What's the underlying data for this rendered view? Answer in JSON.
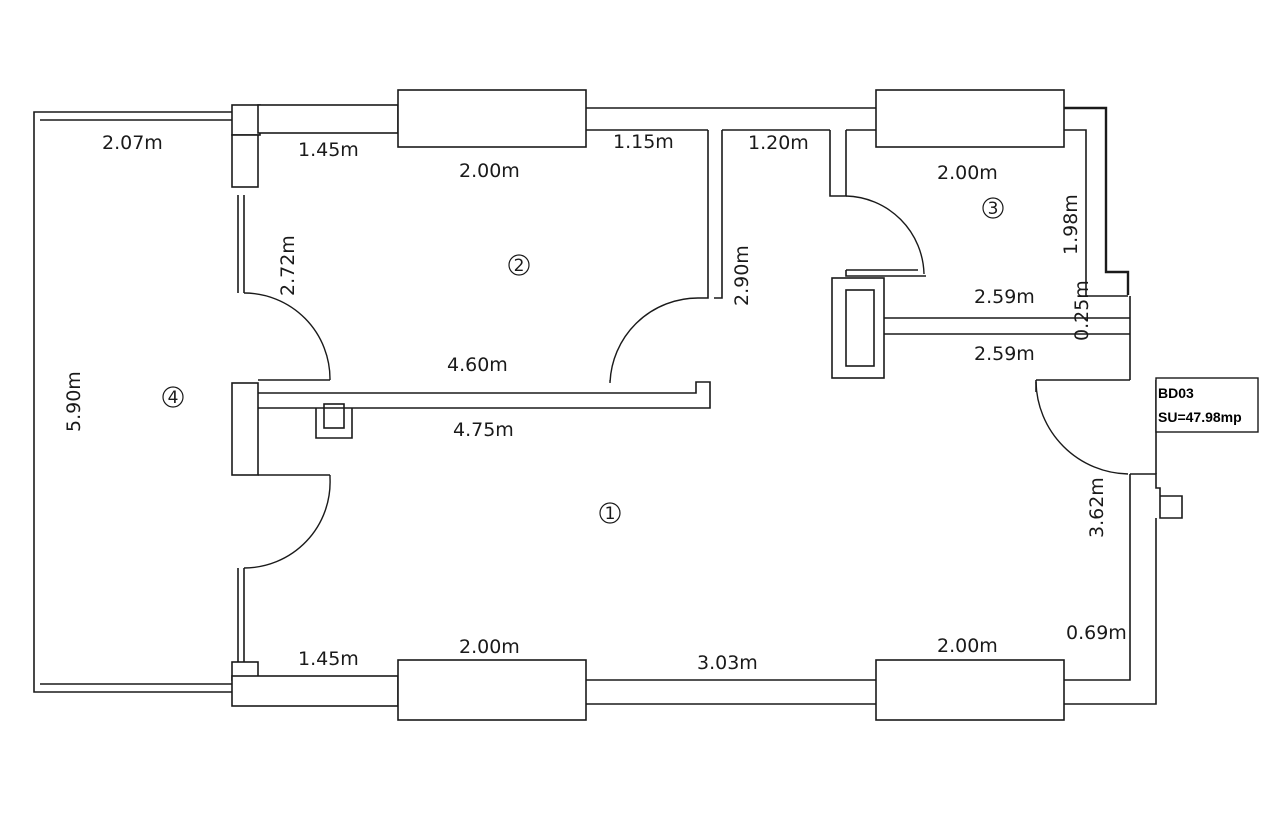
{
  "plan": {
    "dimensions": {
      "d_2_07": "2.07m",
      "d_1_45_top": "1.45m",
      "d_2_00_top_left": "2.00m",
      "d_1_15": "1.15m",
      "d_1_20": "1.20m",
      "d_2_00_top_right": "2.00m",
      "d_1_98": "1.98m",
      "d_2_72": "2.72m",
      "d_2_90": "2.90m",
      "d_2_59_a": "2.59m",
      "d_0_25": "0.25m",
      "d_2_59_b": "2.59m",
      "d_4_60": "4.60m",
      "d_4_75": "4.75m",
      "d_5_90": "5.90m",
      "d_3_62": "3.62m",
      "d_0_69": "0.69m",
      "d_1_45_bottom": "1.45m",
      "d_2_00_bottom_left": "2.00m",
      "d_3_03": "3.03m",
      "d_2_00_bottom_right": "2.00m"
    },
    "rooms": {
      "room1": "1",
      "room2": "2",
      "room3": "3",
      "room4": "4"
    },
    "unit_box": {
      "code": "BD03",
      "area": "SU=47.98mp"
    }
  }
}
